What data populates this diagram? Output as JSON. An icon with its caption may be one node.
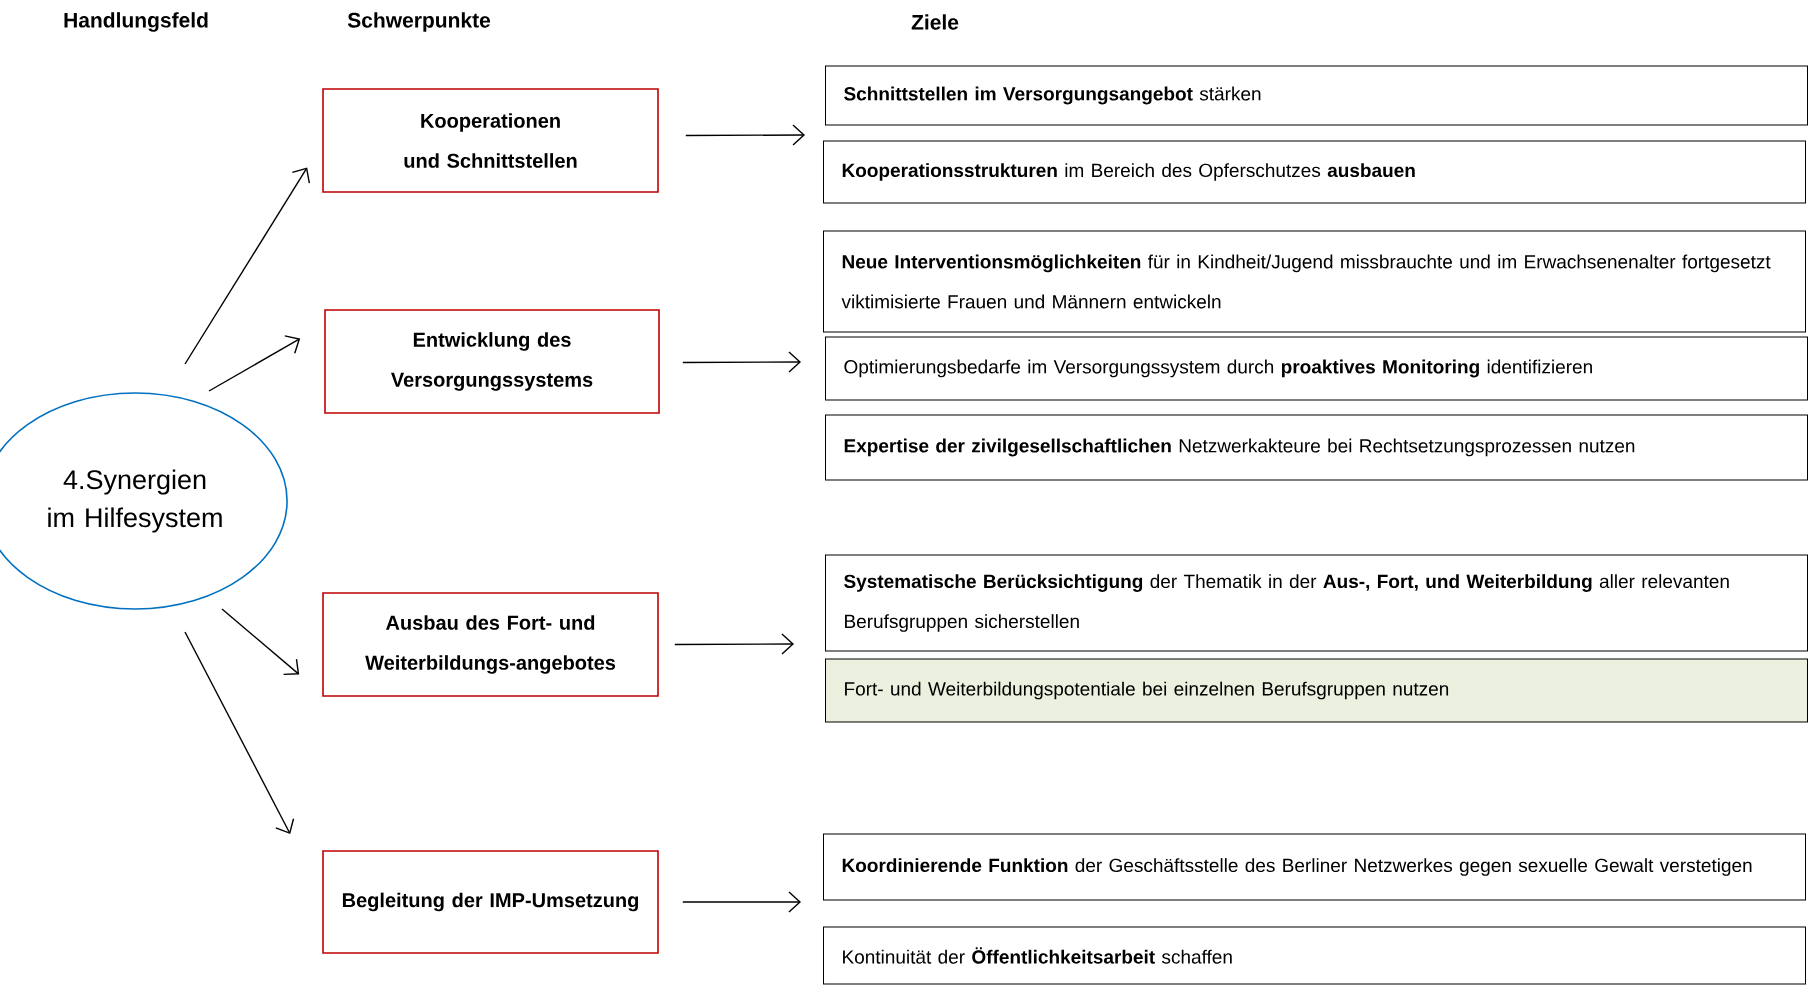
{
  "diagram": {
    "nodes": [
      {
        "text": [
          "4.Synergien im Hilfesystem"
        ]
      },
      {
        "text": [
          "Kooperationen und Schnittstellen"
        ]
      },
      {
        "text": [
          "Entwicklung des Versorgungssystems"
        ]
      },
      {
        "text": [
          "Ausbau des Fort- und Weiterbildungs-angebotes"
        ]
      },
      {
        "text": [
          "Begleitung der IMP-Umsetzung"
        ]
      },
      {
        "text": [
          "**Schnittstellen im Versorgungsangebot** stärken"
        ]
      },
      {
        "text": [
          "**Kooperationsstrukturen** im Bereich des Opferschutzes **ausbauen**"
        ]
      },
      {
        "text": [
          "**Neue Interventionsmöglichkeiten** für in Kindheit/Jugend missbrauchte und im Erwachsenenalter fortgesetzt viktimisierte Frauen und Männern entwickeln"
        ]
      },
      {
        "text": [
          "Optimierungsbedarfe im Versorgungssystem durch **proaktives Monitoring** identifizieren"
        ]
      },
      {
        "text": [
          "**Expertise der zivilgesellschaftlichen** Netzwerkakteure bei Rechtsetzungsprozessen nutzen"
        ]
      },
      {
        "text": [
          "**Systematische Berücksichtigung** der Thematik in der **Aus-, Fort, und Weiterbildung** aller relevanten Berufsgruppen sicherstellen"
        ]
      },
      {
        "text": [
          "Fort- und Weiterbildungspotentiale bei einzelnen Berufsgruppen nutzen"
        ]
      },
      {
        "text": [
          "**Koordinierende Funktion** der Geschäftsstelle des Berliner Netzwerkes gegen sexuelle Gewalt verstetigen"
        ]
      },
      {
        "text": [
          "Kontinuität der **Öffentlichkeitsarbeit** schaffen"
        ]
      }
    ],
    "edges": [
      {
        "from": 0,
        "to": 1,
        "arrow": "to"
      },
      {
        "from": 0,
        "to": 2,
        "arrow": "to"
      },
      {
        "from": 0,
        "to": 3,
        "arrow": "to"
      },
      {
        "from": 0,
        "to": 4,
        "arrow": "to"
      },
      {
        "from": 1,
        "to": 5,
        "arrow": "to"
      },
      {
        "from": 2,
        "to": 8,
        "arrow": "to"
      },
      {
        "from": 3,
        "to": 10,
        "arrow": "to"
      },
      {
        "from": 4,
        "to": 12,
        "arrow": "to"
      }
    ],
    "labels": [
      "Handlungsfeld",
      "Schwerpunkte",
      "Ziele"
    ]
  }
}
